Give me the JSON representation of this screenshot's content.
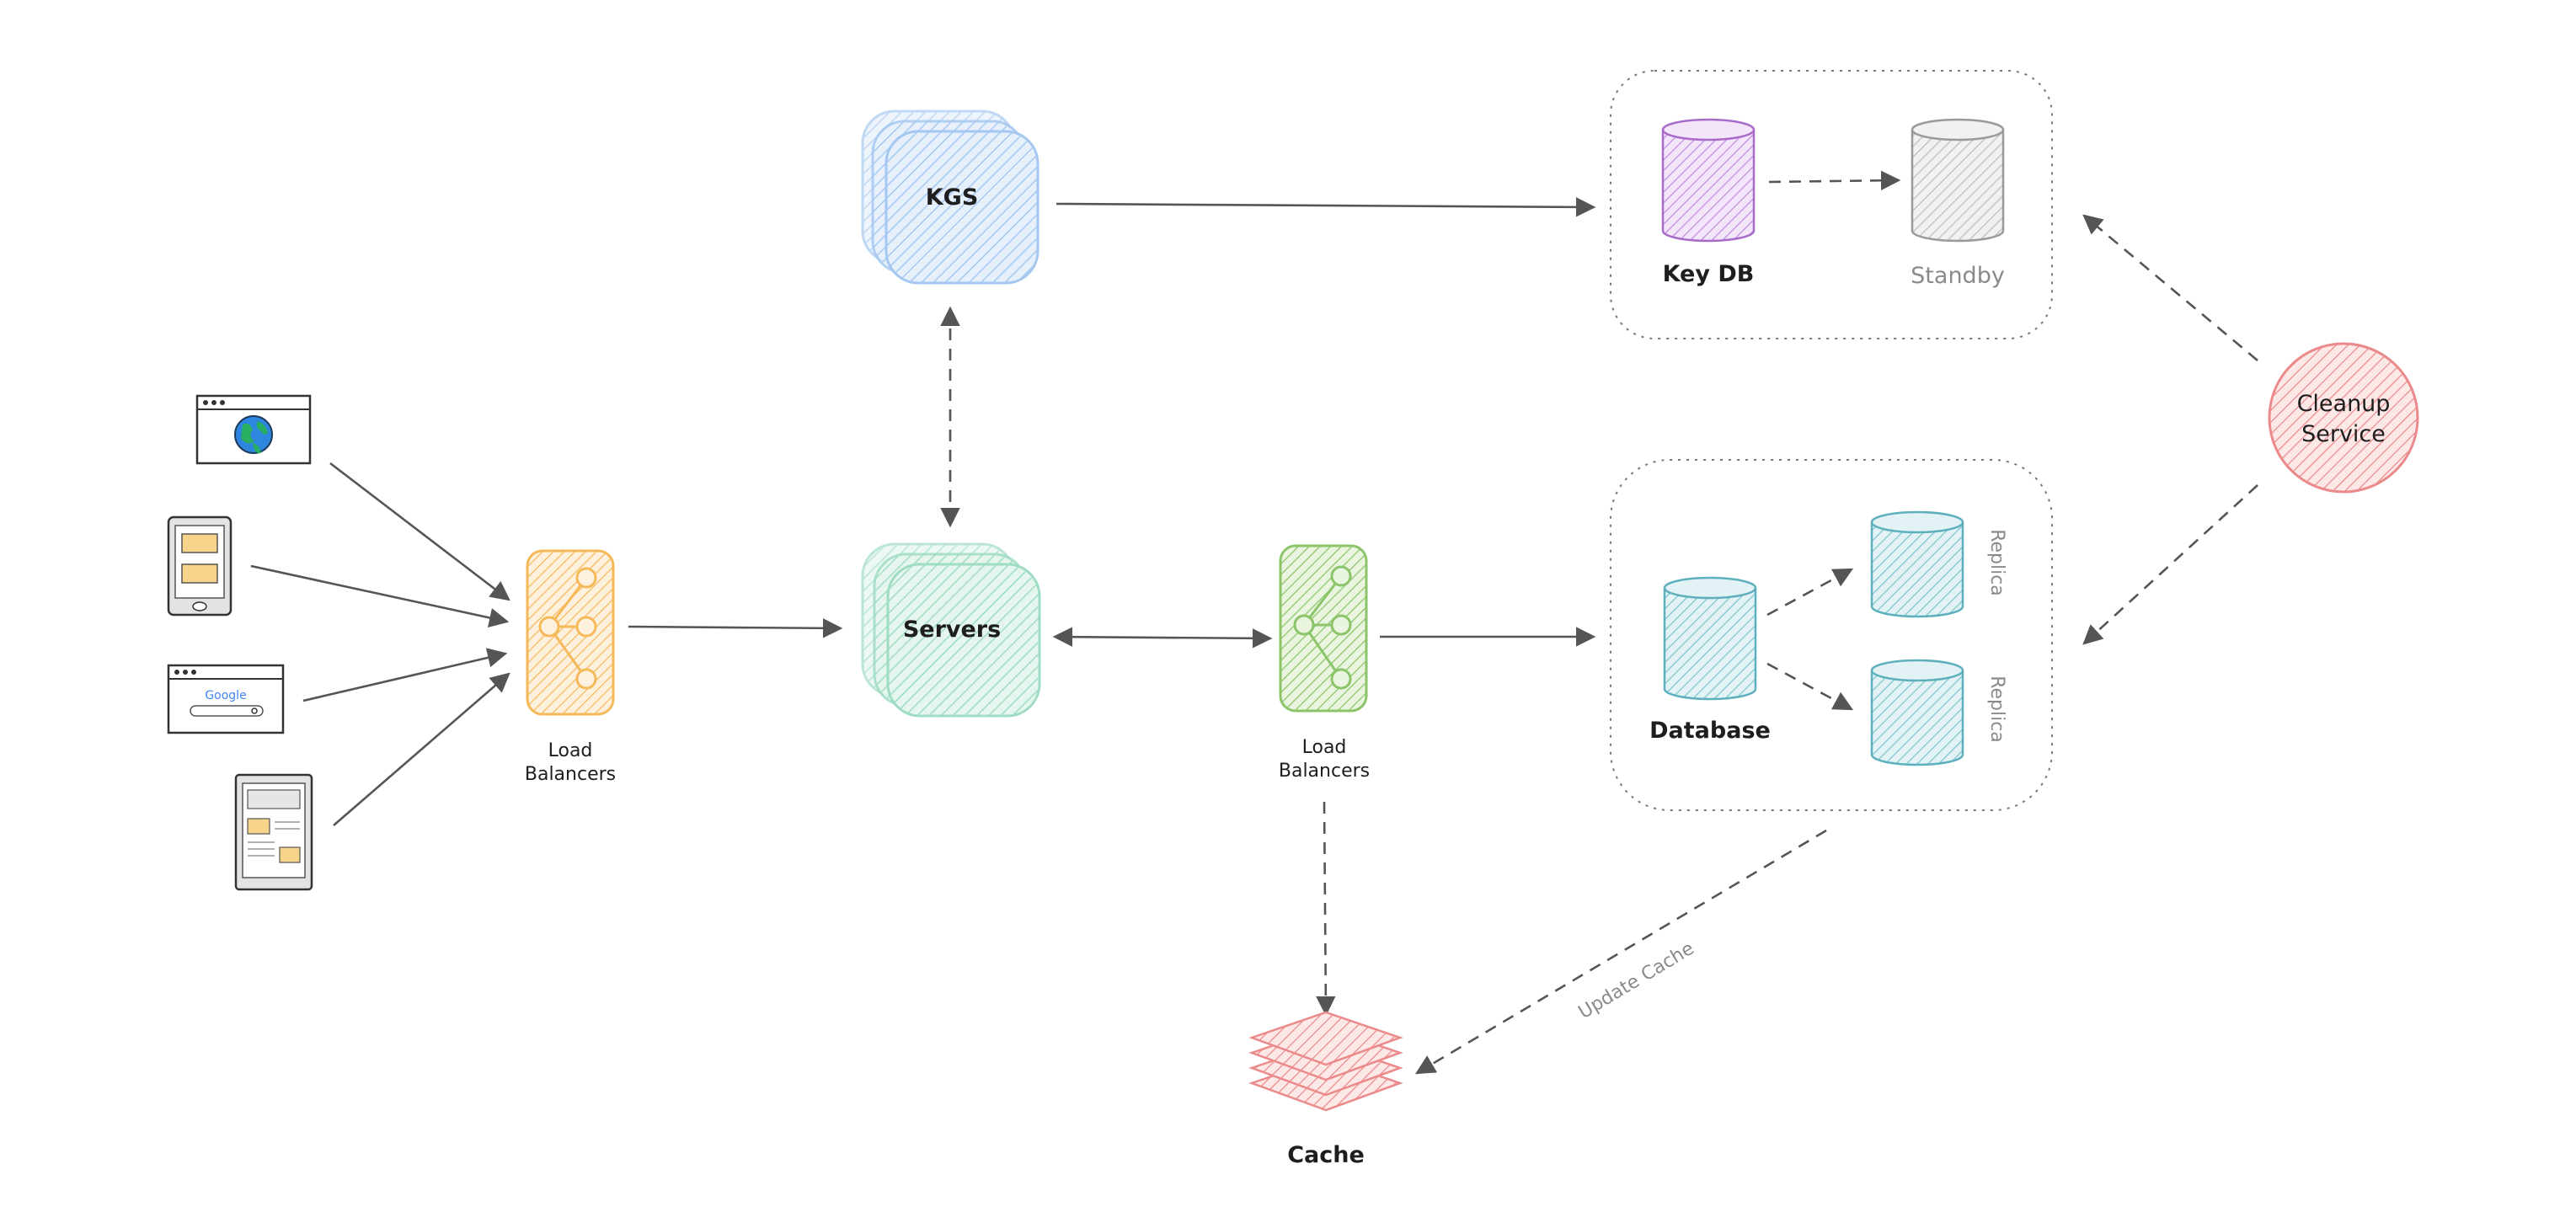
{
  "nodes": {
    "kgs": {
      "label": "KGS"
    },
    "servers": {
      "label": "Servers"
    },
    "lb_left": {
      "label_line1": "Load",
      "label_line2": "Balancers"
    },
    "lb_mid": {
      "label_line1": "Load",
      "label_line2": "Balancers"
    },
    "key_db": {
      "label": "Key DB"
    },
    "standby": {
      "label": "Standby"
    },
    "database": {
      "label": "Database"
    },
    "replica_1": {
      "label": "Replica"
    },
    "replica_2": {
      "label": "Replica"
    },
    "cleanup": {
      "label_line1": "Cleanup",
      "label_line2": "Service"
    },
    "cache": {
      "label": "Cache"
    },
    "google_logo": {
      "text": "Google"
    }
  },
  "edges": {
    "update_cache": {
      "label": "Update Cache"
    }
  },
  "colors": {
    "kgs": "#a5c8f0",
    "servers": "#9fdcc4",
    "lb_left": "#f5b95a",
    "lb_mid": "#8cc46a",
    "key_db": "#c38be0",
    "standby": "#b5b5b5",
    "database": "#7fc4cf",
    "cleanup": "#eb8a8a",
    "cache": "#eb8a8a",
    "arrow": "#555555"
  }
}
